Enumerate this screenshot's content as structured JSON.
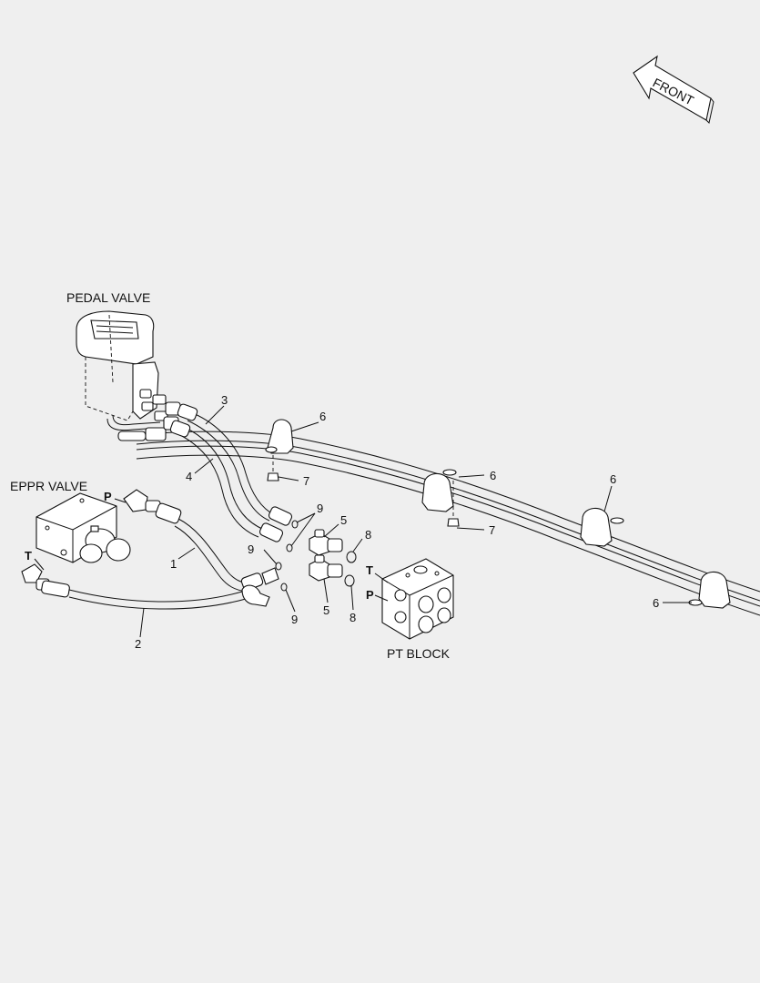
{
  "labels": {
    "front": "FRONT",
    "pedal_valve": "PEDAL VALVE",
    "eppr_valve": "EPPR VALVE",
    "pt_block": "PT BLOCK",
    "port_p_eppr": "P",
    "port_t_eppr": "T",
    "port_t_block": "T",
    "port_p_block": "P"
  },
  "callouts": {
    "c1": "1",
    "c2": "2",
    "c3": "3",
    "c4": "4",
    "c5a": "5",
    "c5b": "5",
    "c6a": "6",
    "c6b": "6",
    "c6c": "6",
    "c6d": "6",
    "c7a": "7",
    "c7b": "7",
    "c8a": "8",
    "c8b": "8",
    "c9a": "9",
    "c9b": "9",
    "c9c": "9"
  }
}
